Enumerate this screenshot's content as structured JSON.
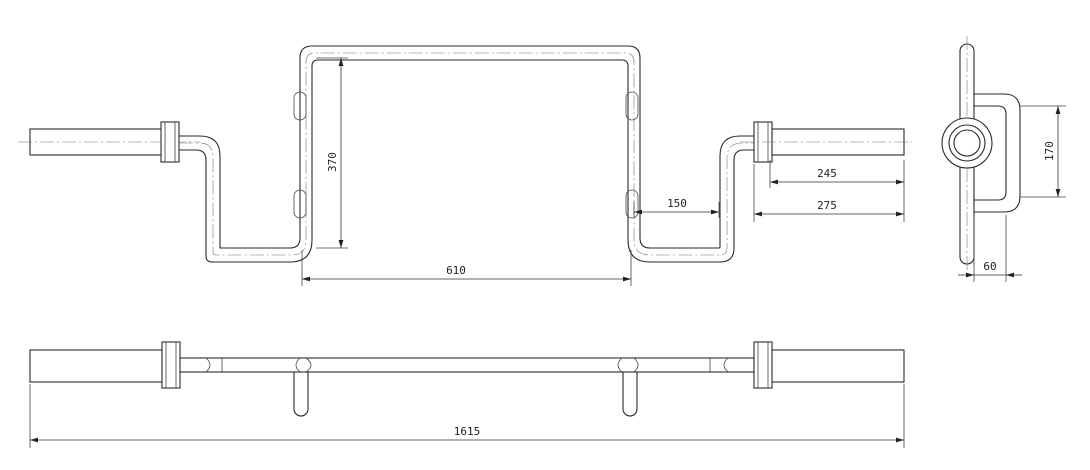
{
  "dimensions": {
    "inner_height": "370",
    "inner_width": "610",
    "offset": "150",
    "sleeve_length": "245",
    "sleeve_with_collar": "275",
    "side_height": "170",
    "side_depth": "60",
    "overall_length": "1615"
  }
}
